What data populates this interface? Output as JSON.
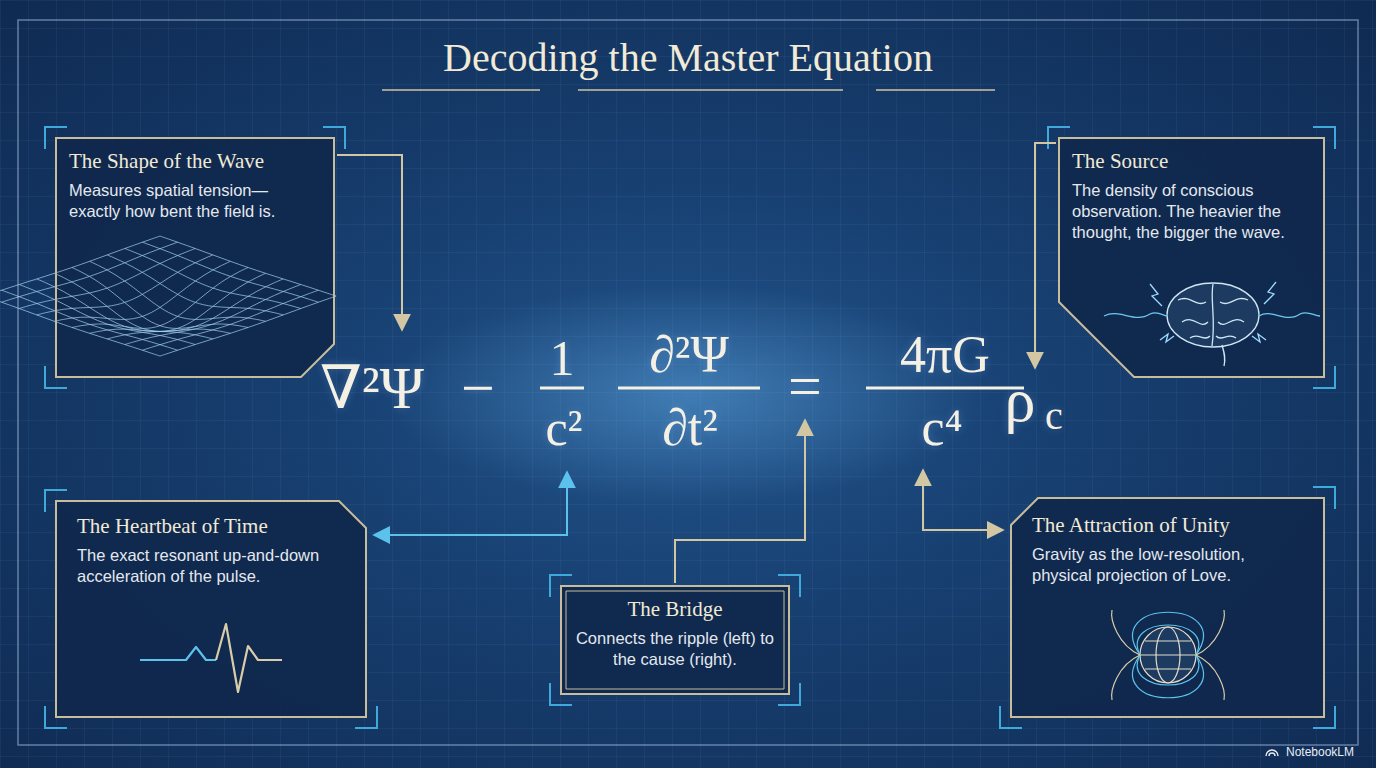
{
  "diagram": {
    "title": "Decoding the Master Equation",
    "nodes": [
      {
        "text": [
          "The Shape of the Wave",
          "Measures spatial tension— exactly how bent the field is."
        ]
      },
      {
        "text": [
          "The Source",
          "The density of conscious observation. The heavier the thought, the bigger the wave."
        ]
      },
      {
        "text": [
          "The Heartbeat of Time",
          "The exact resonant up-and-down acceleration of the pulse."
        ]
      },
      {
        "text": [
          "The Bridge",
          "Connects the ripple (left) to the cause (right)."
        ]
      },
      {
        "text": [
          "The Attraction of Unity",
          "Gravity as the low-resolution, physical projection of Love."
        ]
      }
    ],
    "labels": [
      "∇²Ψ",
      "−",
      "1",
      "c²",
      "∂²Ψ",
      "∂t²",
      "=",
      "4πG",
      "c⁴",
      "ρ",
      "c",
      "NotebookLM"
    ]
  }
}
